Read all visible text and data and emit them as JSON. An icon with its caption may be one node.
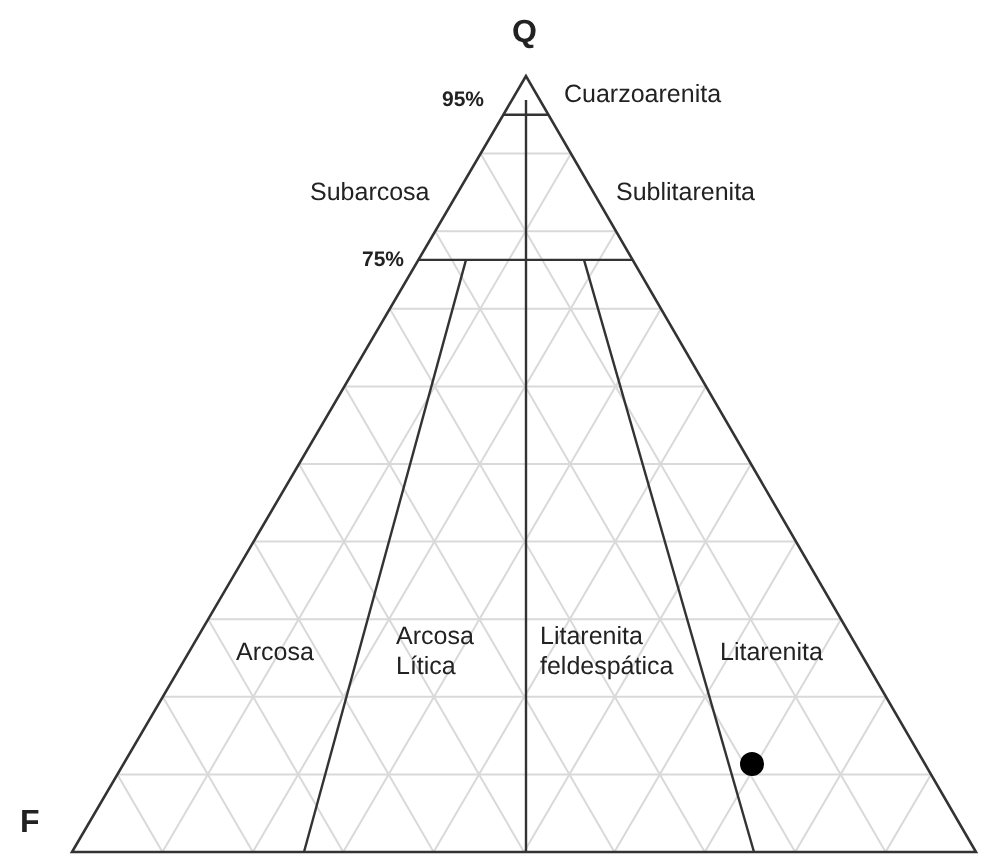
{
  "diagram": {
    "labels": [
      "Q",
      "95%",
      "Cuarzoarenita",
      "Subarcosa",
      "Sublitarenita",
      "75%",
      "Arcosa",
      "Arcosa Lítica",
      "Litarenita feldespática",
      "Litarenita",
      "F"
    ]
  }
}
